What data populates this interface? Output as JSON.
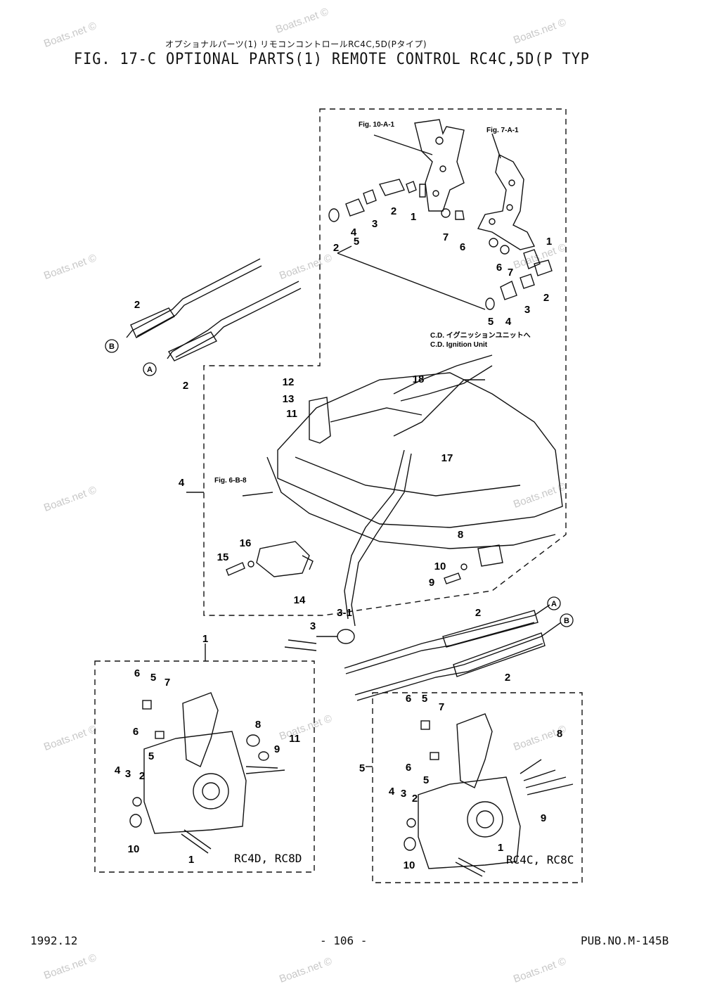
{
  "header": {
    "title_jp": "オプショナルパーツ(1) リモコンコントロールRC4C,5D(Pタイプ)",
    "title_en": "FIG. 17-C OPTIONAL PARTS(1) REMOTE CONTROL RC4C,5D(P TYP"
  },
  "refs": {
    "fig_10a1": "Fig. 10-A-1",
    "fig_7a1": "Fig. 7-A-1",
    "fig_6b8": "Fig. 6-B-8",
    "cdi_jp": "C.D. イグニッションユニットへ",
    "cdi_en": "C.D. Ignition Unit"
  },
  "letters": {
    "a": "A",
    "b": "B"
  },
  "callouts": {
    "top": [
      "2",
      "1",
      "3",
      "2",
      "4",
      "5",
      "7",
      "6",
      "6",
      "7",
      "1",
      "5",
      "4",
      "3",
      "2"
    ],
    "cables_left": [
      "2",
      "2"
    ],
    "engine": [
      "12",
      "13",
      "11",
      "18",
      "17",
      "4",
      "15",
      "16",
      "14",
      "8",
      "10",
      "9",
      "3",
      "3-1",
      "2",
      "2"
    ],
    "box_left": [
      "1",
      "6",
      "5",
      "7",
      "6",
      "5",
      "8",
      "9",
      "11",
      "4",
      "3",
      "2",
      "10",
      "1"
    ],
    "box_right": [
      "5",
      "6",
      "5",
      "7",
      "6",
      "5",
      "8",
      "4",
      "3",
      "2",
      "9",
      "10",
      "1"
    ]
  },
  "models": {
    "left": "RC4D, RC8D",
    "right": "RC4C, RC8C"
  },
  "footer": {
    "date": "1992.12",
    "page": "- 106 -",
    "pub": "PUB.NO.M-145B"
  },
  "watermark": "Boats.net ©"
}
